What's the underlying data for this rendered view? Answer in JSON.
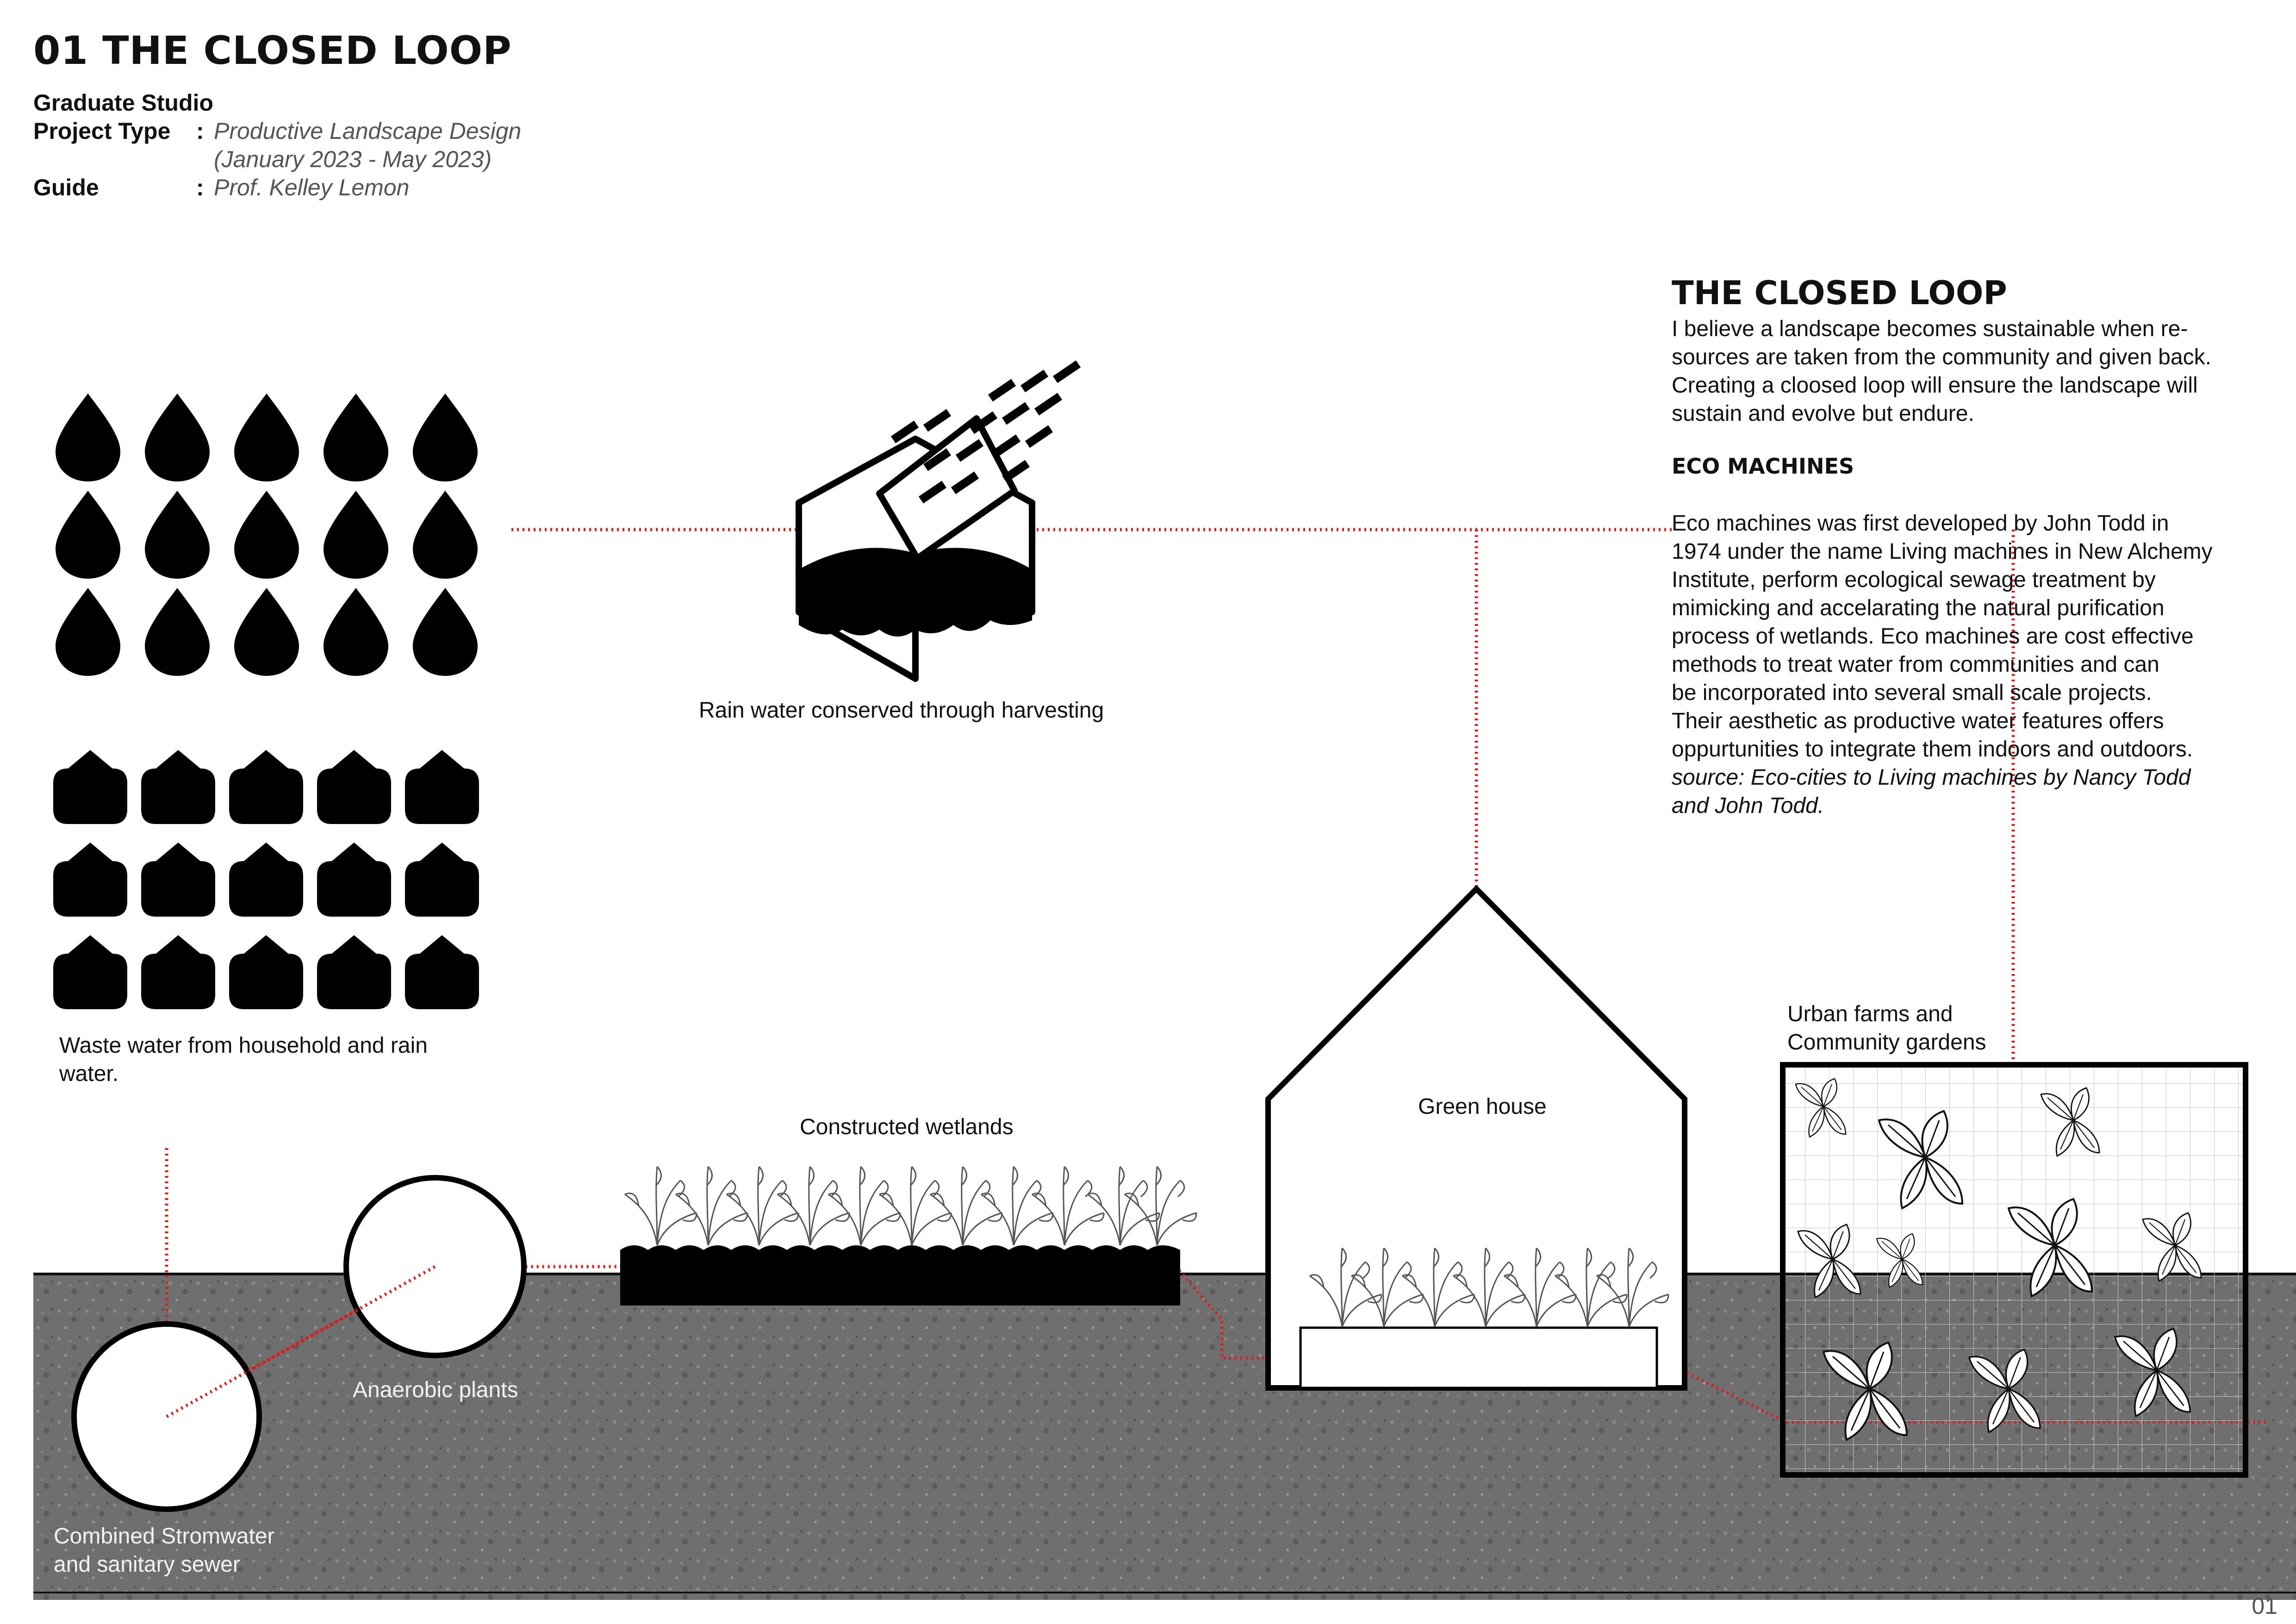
{
  "header": {
    "title": "01  THE CLOSED LOOP",
    "studio": "Graduate Studio",
    "project_type_label": "Project Type",
    "project_type_value": "Productive Landscape Design",
    "project_dates": "(January 2023 - May 2023)",
    "guide_label": "Guide",
    "guide_value": "Prof. Kelley Lemon",
    "separator": ":"
  },
  "about": {
    "heading": "THE CLOSED LOOP",
    "lines": [
      "I believe a landscape becomes sustainable when re-",
      "sources are taken from the community and given back.",
      "Creating a cloosed loop will ensure the landscape will",
      "sustain and evolve but endure."
    ]
  },
  "eco": {
    "heading": "ECO MACHINES",
    "lines": [
      "Eco machines was first developed by John Todd in",
      "1974 under the name Living machines in New Alchemy",
      "Institute, perform ecological sewage treatment by",
      "mimicking and accelarating the natural purification",
      "process of wetlands. Eco machines are cost effective",
      "methods to treat water from communities and can",
      "be incorporated into several small scale projects.",
      "Their aesthetic as productive water features offers",
      "oppurtunities to integrate them indoors and outdoors."
    ],
    "source_lines": [
      "source: Eco-cities to Living machines by Nancy Todd",
      "and John Todd."
    ]
  },
  "diagram": {
    "rain_harvest_label": "Rain water conserved through harvesting",
    "waste_water_label_lines": [
      "Waste water from household and rain",
      "water."
    ],
    "wetlands_label": "Constructed wetlands",
    "greenhouse_label": "Green house",
    "urban_farm_label_lines": [
      "Urban farms and",
      "Community gardens"
    ],
    "anaerobic_label": "Anaerobic plants",
    "sewer_label_lines": [
      "Combined Stromwater",
      "and sanitary sewer"
    ]
  },
  "colors": {
    "flow_line": "#d62020",
    "ground": "#6f6f6f",
    "icon_fill": "#000000"
  },
  "page_number": "01"
}
